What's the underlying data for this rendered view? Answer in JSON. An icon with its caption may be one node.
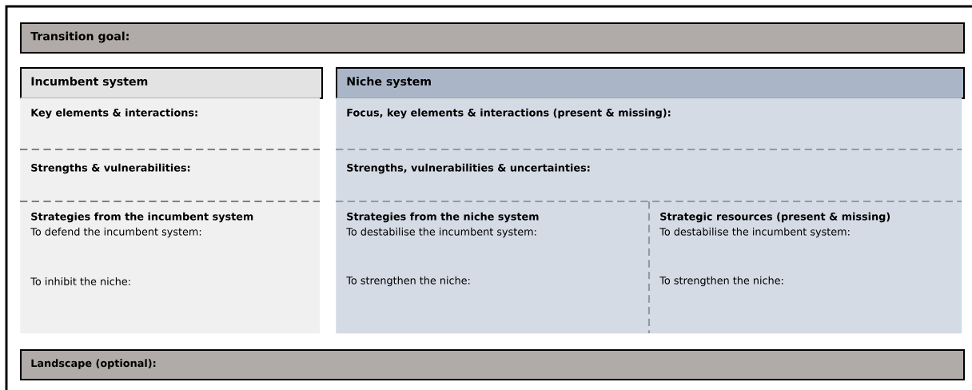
{
  "diagram": {
    "nodes": [
      {
        "text": [
          "Transition goal:"
        ]
      },
      {
        "text": [
          "Incumbent system"
        ]
      },
      {
        "text": [
          "Niche system"
        ]
      },
      {
        "text": [
          "Key elements & interactions:"
        ]
      },
      {
        "text": [
          "Strengths & vulnerabilities:"
        ]
      },
      {
        "text": [
          "Strategies from the incumbent system",
          "To defend the incumbent system:",
          "To inhibit the niche:"
        ]
      },
      {
        "text": [
          "Focus, key elements & interactions (present & missing):"
        ]
      },
      {
        "text": [
          "Strengths, vulnerabilities & uncertainties:"
        ]
      },
      {
        "text": [
          "Strategies from the niche system",
          "To destabilise the incumbent system:",
          "To strengthen the niche:"
        ]
      },
      {
        "text": [
          "Strategic resources (present & missing)",
          "To destabilise the incumbent system:",
          "To strengthen the niche:"
        ]
      },
      {
        "text": [
          "Landscape (optional):"
        ]
      }
    ]
  }
}
